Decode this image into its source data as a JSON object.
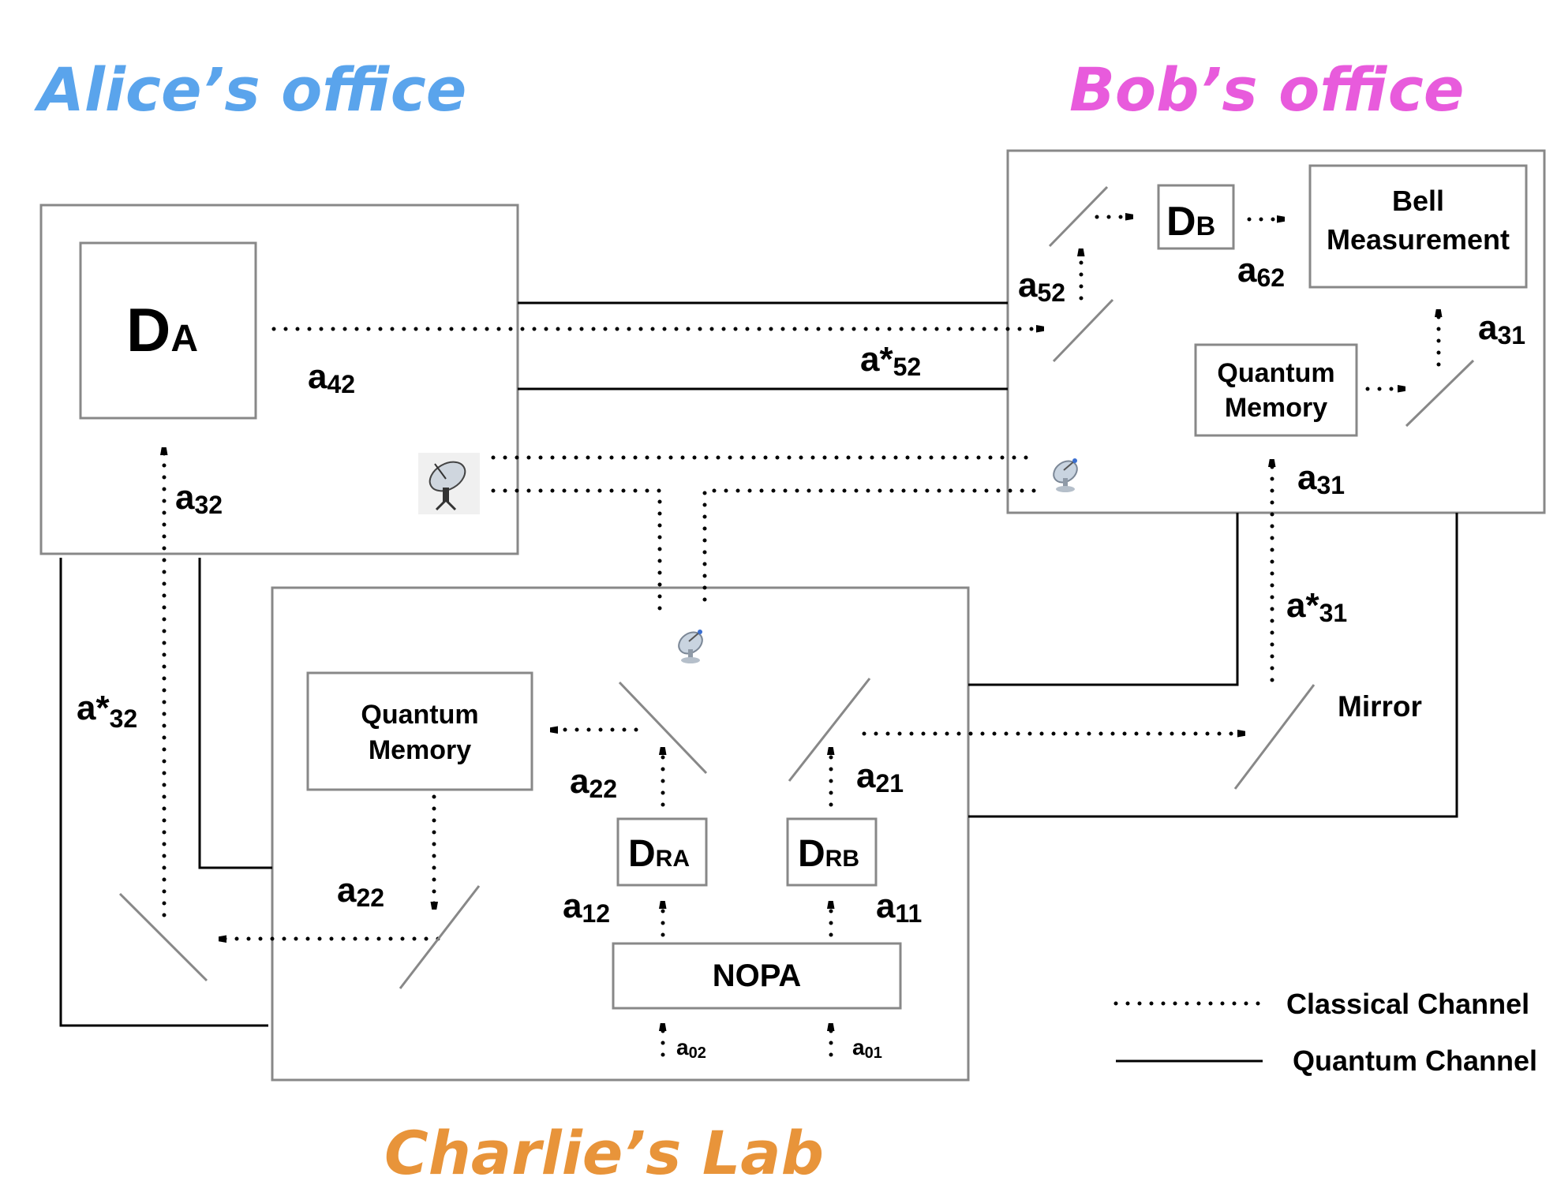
{
  "offices": {
    "alice": {
      "title": "Alice’s office",
      "color": "#5aa4ec"
    },
    "bob": {
      "title": "Bob’s office",
      "color": "#e85bdc"
    },
    "charlie": {
      "title": "Charlie’s Lab",
      "color": "#e8943a"
    }
  },
  "alice": {
    "detector": {
      "main": "D",
      "sub": "A"
    },
    "a42": {
      "main": "a",
      "sub": "42"
    },
    "a32": {
      "main": "a",
      "sub": "32"
    },
    "a_star_32": {
      "main": "a*",
      "sub": "32"
    }
  },
  "bob": {
    "detector": {
      "main": "D",
      "sub": "B"
    },
    "bell_line1": "Bell",
    "bell_line2": "Measurement",
    "memory_line1": "Quantum",
    "memory_line2": "Memory",
    "a52": {
      "main": "a",
      "sub": "52"
    },
    "a62": {
      "main": "a",
      "sub": "62"
    },
    "a31_top": {
      "main": "a",
      "sub": "31"
    },
    "a31_mid": {
      "main": "a",
      "sub": "31"
    },
    "a_star_52": {
      "main": "a*",
      "sub": "52"
    },
    "a_star_31": {
      "main": "a*",
      "sub": "31"
    },
    "mirror": "Mirror"
  },
  "charlie": {
    "memory_line1": "Quantum",
    "memory_line2": "Memory",
    "dra": {
      "main": "D",
      "sub": "RA"
    },
    "drb": {
      "main": "D",
      "sub": "RB"
    },
    "nopa": "NOPA",
    "a22_top": {
      "main": "a",
      "sub": "22"
    },
    "a22_bottom": {
      "main": "a",
      "sub": "22"
    },
    "a21": {
      "main": "a",
      "sub": "21"
    },
    "a12": {
      "main": "a",
      "sub": "12"
    },
    "a11": {
      "main": "a",
      "sub": "11"
    },
    "a02": {
      "main": "a",
      "sub": "02"
    },
    "a01": {
      "main": "a",
      "sub": "01"
    }
  },
  "legend": {
    "classical": "Classical Channel",
    "quantum": "Quantum Channel"
  },
  "icons": [
    "satellite-dish-icon",
    "satellite-dish-icon",
    "satellite-dish-icon"
  ]
}
